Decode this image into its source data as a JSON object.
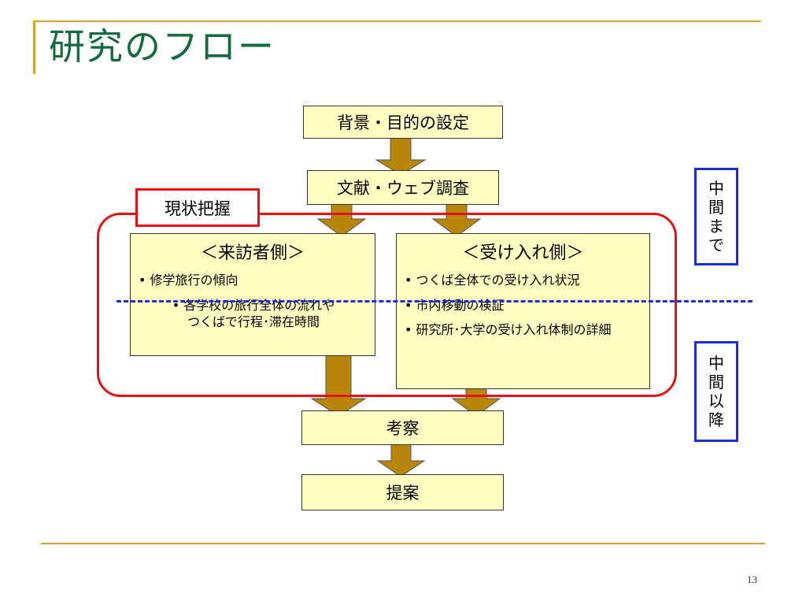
{
  "slide": {
    "title": "研究のフロー",
    "page_number": "13"
  },
  "flow": {
    "background": "背景・目的の設定",
    "literature": "文献・ウェブ調査",
    "consideration": "考察",
    "proposal": "提案"
  },
  "group": {
    "label": "現状把握",
    "visitor": {
      "title": "＜来訪者側＞",
      "bullets": [
        "• 修学旅行の傾向",
        "• 各学校の旅行全体の流れや\nつくばで行程･滞在時間"
      ]
    },
    "host": {
      "title": "＜受け入れ側＞",
      "bullets": [
        "• つくば全体での受け入れ状況",
        "• 市内移動の検証",
        "• 研究所･大学の受け入れ体制の詳細"
      ]
    }
  },
  "phase_labels": {
    "until_midterm": [
      "中",
      "間",
      "ま",
      "で"
    ],
    "after_midterm": [
      "中",
      "間",
      "以",
      "降"
    ]
  },
  "colors": {
    "title_green": "#136b3e",
    "accent_gold": "#d6a62b",
    "box_fill": "#ffffc2",
    "arrow_fill": "#b8860b",
    "group_red": "#e81010",
    "phase_blue": "#1a2fd6"
  }
}
